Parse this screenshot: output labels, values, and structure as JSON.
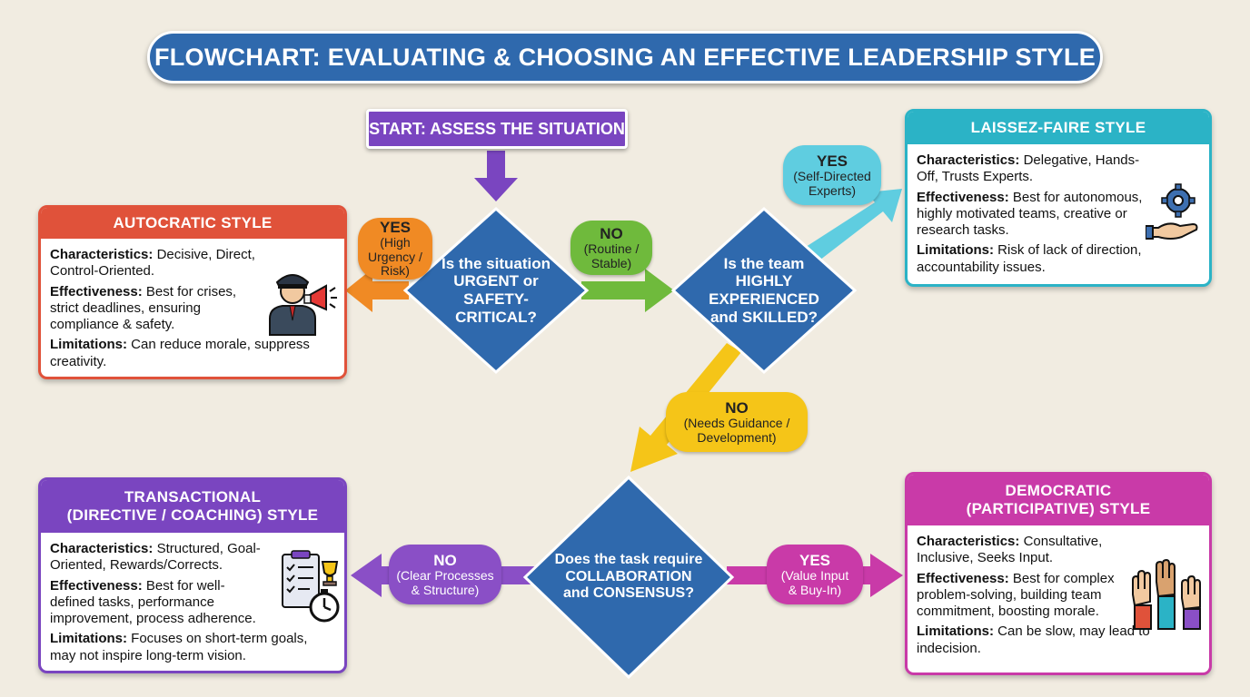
{
  "title": "FLOWCHART: EVALUATING & CHOOSING AN EFFECTIVE LEADERSHIP STYLE",
  "start": "START: ASSESS THE SITUATION",
  "decisions": {
    "urgent": [
      "Is the situation",
      "URGENT or",
      "SAFETY-",
      "CRITICAL?"
    ],
    "experienced": [
      "Is the team",
      "HIGHLY",
      "EXPERIENCED",
      "and SKILLED?"
    ],
    "collaboration": [
      "Does the task require",
      "COLLABORATION",
      "and CONSENSUS?"
    ]
  },
  "branches": {
    "urgent_yes": {
      "label": "YES",
      "note": [
        "(High",
        "Urgency /",
        "Risk)"
      ]
    },
    "urgent_no": {
      "label": "NO",
      "note": [
        "(Routine /",
        "Stable)"
      ]
    },
    "experienced_yes": {
      "label": "YES",
      "note": [
        "(Self-Directed",
        "Experts)"
      ]
    },
    "experienced_no": {
      "label": "NO",
      "note": [
        "(Needs Guidance /",
        "Development)"
      ]
    },
    "collab_no": {
      "label": "NO",
      "note": [
        "(Clear Processes",
        "& Structure)"
      ]
    },
    "collab_yes": {
      "label": "YES",
      "note": [
        "(Value Input",
        "& Buy-In)"
      ]
    }
  },
  "styles": {
    "autocratic": {
      "title": [
        "AUTOCRATIC STYLE"
      ],
      "color": "#e0523a",
      "characteristics_label": "Characteristics:",
      "characteristics": "Decisive, Direct, Control-Oriented.",
      "effectiveness_label": "Effectiveness:",
      "effectiveness": "Best for crises, strict deadlines, ensuring compliance & safety.",
      "limitations_label": "Limitations:",
      "limitations": "Can reduce morale, suppress creativity.",
      "icon": "officer-megaphone-icon"
    },
    "laissez_faire": {
      "title": [
        "LAISSEZ-FAIRE STYLE"
      ],
      "color": "#2bb3c6",
      "characteristics_label": "Characteristics:",
      "characteristics": "Delegative, Hands-Off, Trusts Experts.",
      "effectiveness_label": "Effectiveness:",
      "effectiveness": "Best for autonomous, highly motivated teams, creative or research tasks.",
      "limitations_label": "Limitations:",
      "limitations": "Risk of lack of direction, accountability issues.",
      "icon": "gear-hand-icon"
    },
    "transactional": {
      "title": [
        "TRANSACTIONAL",
        "(DIRECTIVE / COACHING) STYLE"
      ],
      "color": "#7a45c0",
      "characteristics_label": "Characteristics:",
      "characteristics": "Structured, Goal-Oriented, Rewards/Corrects.",
      "effectiveness_label": "Effectiveness:",
      "effectiveness": "Best for well-defined tasks, performance improvement, process adherence.",
      "limitations_label": "Limitations:",
      "limitations": "Focuses on short-term goals, may not inspire long-term vision.",
      "icon": "checklist-trophy-timer-icon"
    },
    "democratic": {
      "title": [
        "DEMOCRATIC",
        "(PARTICIPATIVE) STYLE"
      ],
      "color": "#c93aa8",
      "characteristics_label": "Characteristics:",
      "characteristics": "Consultative, Inclusive, Seeks Input.",
      "effectiveness_label": "Effectiveness:",
      "effectiveness": "Best for complex problem-solving, building team commitment, boosting morale.",
      "limitations_label": "Limitations:",
      "limitations": "Can be slow, may lead to indecision.",
      "icon": "raised-hands-icon"
    }
  },
  "colors": {
    "title_bg": "#2f69ad",
    "diamond": "#2f69ad",
    "yes_orange": "#f08a24",
    "no_green": "#6fba3c",
    "yes_cyan": "#5fcde0",
    "no_yellow": "#f5c518",
    "no_purple": "#8a4fc6",
    "yes_magenta": "#c93aa8"
  }
}
